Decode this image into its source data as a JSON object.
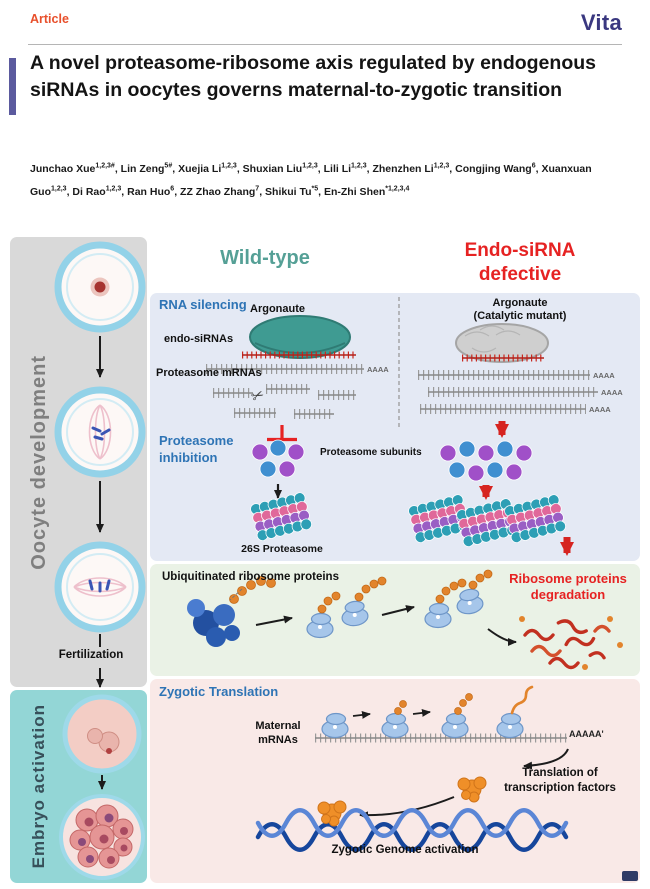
{
  "header": {
    "article_label": "Article",
    "journal": "Vita",
    "title": "A novel proteasome-ribosome axis regulated by endogenous siRNAs in oocytes governs maternal-to-zygotic transition",
    "authors": [
      {
        "name": "Junchao Xue",
        "sup": "1,2,3#"
      },
      {
        "name": "Lin Zeng",
        "sup": "5#"
      },
      {
        "name": "Xuejia Li",
        "sup": "1,2,3"
      },
      {
        "name": "Shuxian Liu",
        "sup": "1,2,3"
      },
      {
        "name": "Lili Li",
        "sup": "1,2,3"
      },
      {
        "name": "Zhenzhen Li",
        "sup": "1,2,3"
      },
      {
        "name": "Congjing Wang",
        "sup": "6"
      },
      {
        "name": "Xuanxuan Guo",
        "sup": "1,2,3"
      },
      {
        "name": "Di Rao",
        "sup": "1,2,3"
      },
      {
        "name": "Ran Huo",
        "sup": "6"
      },
      {
        "name": "ZZ Zhao Zhang",
        "sup": "7"
      },
      {
        "name": "Shikui Tu",
        "sup": "*5"
      },
      {
        "name": "En-Zhi Shen",
        "sup": "*1,2,3,4"
      }
    ]
  },
  "figure": {
    "left_rail": {
      "oocyte_development": "Oocyte development",
      "fertilization": "Fertilization",
      "embryo_activation": "Embryo activation"
    },
    "columns": {
      "wild_type": "Wild-type",
      "defective": "Endo-siRNA defective"
    },
    "rna_silencing": {
      "label": "RNA silencing",
      "argonaute": "Argonaute",
      "endo_sirnas": "endo-siRNAs",
      "proteasome_mrnas": "Proteasome mRNAs",
      "polya": "AAAA",
      "mutant_line1": "Argonaute",
      "mutant_line2": "(Catalytic mutant)"
    },
    "proteasome": {
      "label": "Proteasome inhibition",
      "subunits": "Proteasome subunits",
      "s26": "26S Proteasome"
    },
    "ribosome": {
      "ubiquitinated": "Ubiquitinated ribosome proteins",
      "degradation": "Ribosome proteins degradation"
    },
    "zygotic": {
      "label": "Zygotic Translation",
      "maternal_mrnas": "Maternal mRNAs",
      "polya": "AAAAA'",
      "translation_tf": "Translation of transcription factors",
      "genome_activation": "Zygotic Genome activation"
    }
  },
  "icons": {
    "scissors": "✂"
  },
  "colors": {
    "article_red": "#e8502c",
    "journal_navy": "#3a3880",
    "accent_purple": "#5b5a9e",
    "wild_type_teal": "#55a096",
    "defective_red": "#e62222",
    "section_blue": "#2e74b5",
    "panel_gray": "#d9d9d9",
    "panel_teal": "#93d6d6",
    "panel_blue": "#e4e9f4",
    "panel_green": "#eaf2e6",
    "panel_pink": "#f9e9e7"
  }
}
